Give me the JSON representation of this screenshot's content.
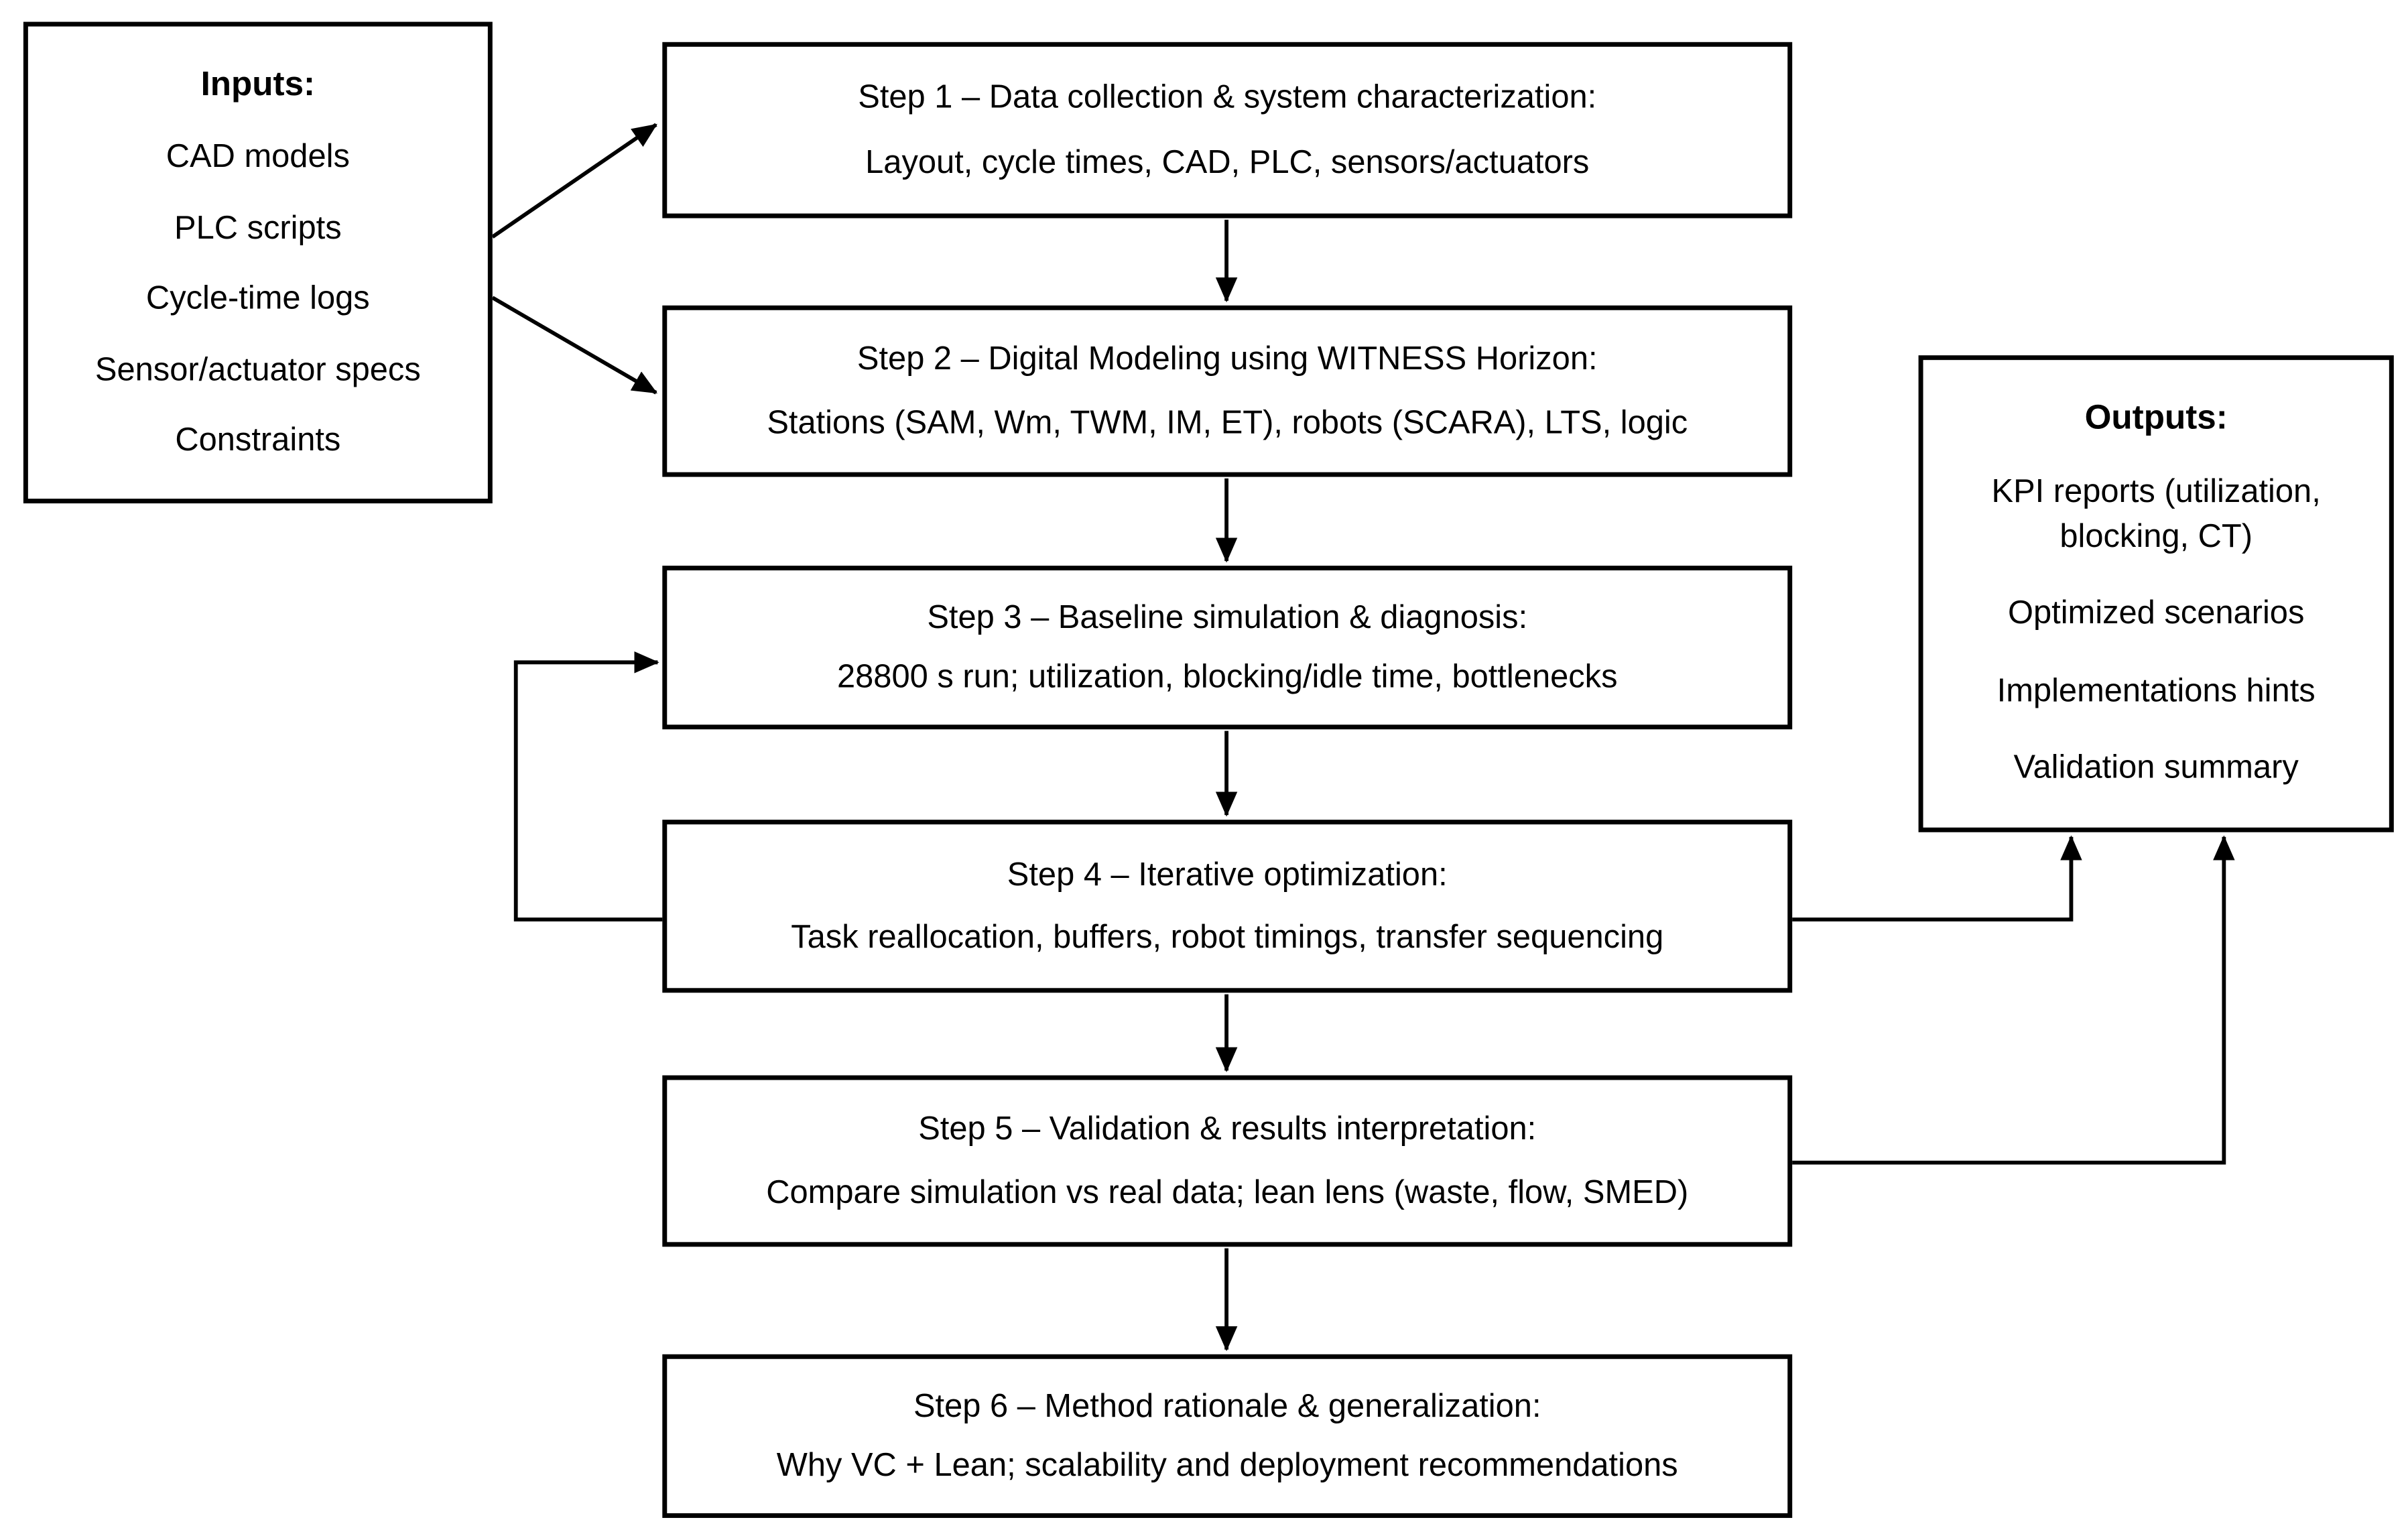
{
  "diagram": {
    "colors": {
      "line": "#000000",
      "background": "#ffffff",
      "text": "#000000"
    },
    "inputs": {
      "title": "Inputs:",
      "items": [
        "CAD models",
        "PLC scripts",
        "Cycle-time logs",
        "Sensor/actuator specs",
        "Constraints"
      ]
    },
    "steps": [
      {
        "title": "Step 1 – Data collection & system characterization:",
        "detail": "Layout, cycle times, CAD, PLC, sensors/actuators"
      },
      {
        "title": "Step 2 – Digital Modeling using WITNESS Horizon:",
        "detail": "Stations (SAM, Wm, TWM, IM, ET), robots (SCARA), LTS, logic"
      },
      {
        "title": "Step 3 – Baseline simulation & diagnosis:",
        "detail": "28800 s run; utilization, blocking/idle time, bottlenecks"
      },
      {
        "title": "Step 4 – Iterative optimization:",
        "detail": "Task reallocation, buffers, robot timings, transfer sequencing"
      },
      {
        "title": "Step 5 – Validation & results interpretation:",
        "detail": "Compare simulation vs real data; lean lens (waste, flow, SMED)"
      },
      {
        "title": "Step 6 – Method rationale & generalization:",
        "detail": "Why VC + Lean; scalability and deployment recommendations"
      }
    ],
    "outputs": {
      "title": "Outputs:",
      "items": [
        "KPI reports (utilization, blocking, CT)",
        "Optimized scenarios",
        "Implementations hints",
        "Validation summary"
      ]
    }
  }
}
